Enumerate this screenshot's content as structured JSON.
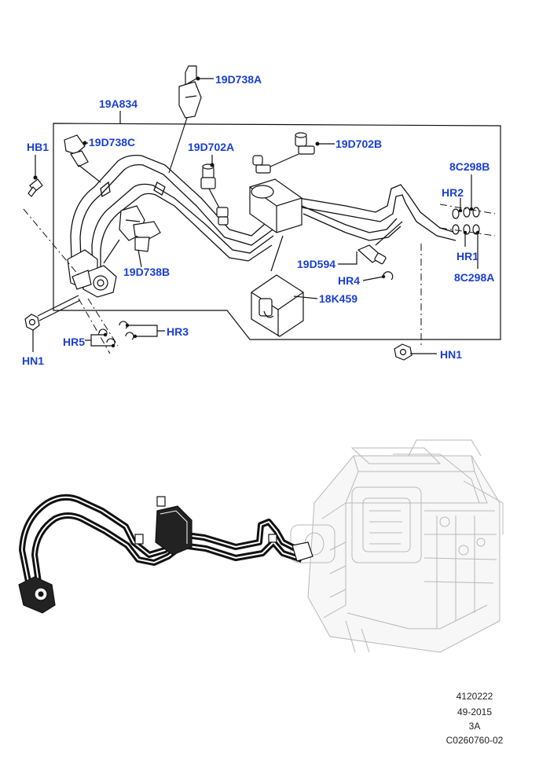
{
  "callouts": {
    "c_19D738A": "19D738A",
    "c_19A834": "19A834",
    "c_HB1": "HB1",
    "c_19D738C": "19D738C",
    "c_19D702A": "19D702A",
    "c_19D702B": "19D702B",
    "c_8C298B": "8C298B",
    "c_HR2": "HR2",
    "c_HR1": "HR1",
    "c_8C298A": "8C298A",
    "c_19D594": "19D594",
    "c_HR4": "HR4",
    "c_19D738B": "19D738B",
    "c_18K459": "18K459",
    "c_HR3": "HR3",
    "c_HR5": "HR5",
    "c_HN1_left": "HN1",
    "c_HN1_right": "HN1"
  },
  "reference": {
    "line1": "4120222",
    "line2": "49-2015",
    "line3": "3A",
    "line4": "C0260760-02"
  },
  "colors": {
    "callout_text": "#1a3fd6",
    "line_art": "#111111",
    "ghost_art": "#b8b8b8"
  }
}
